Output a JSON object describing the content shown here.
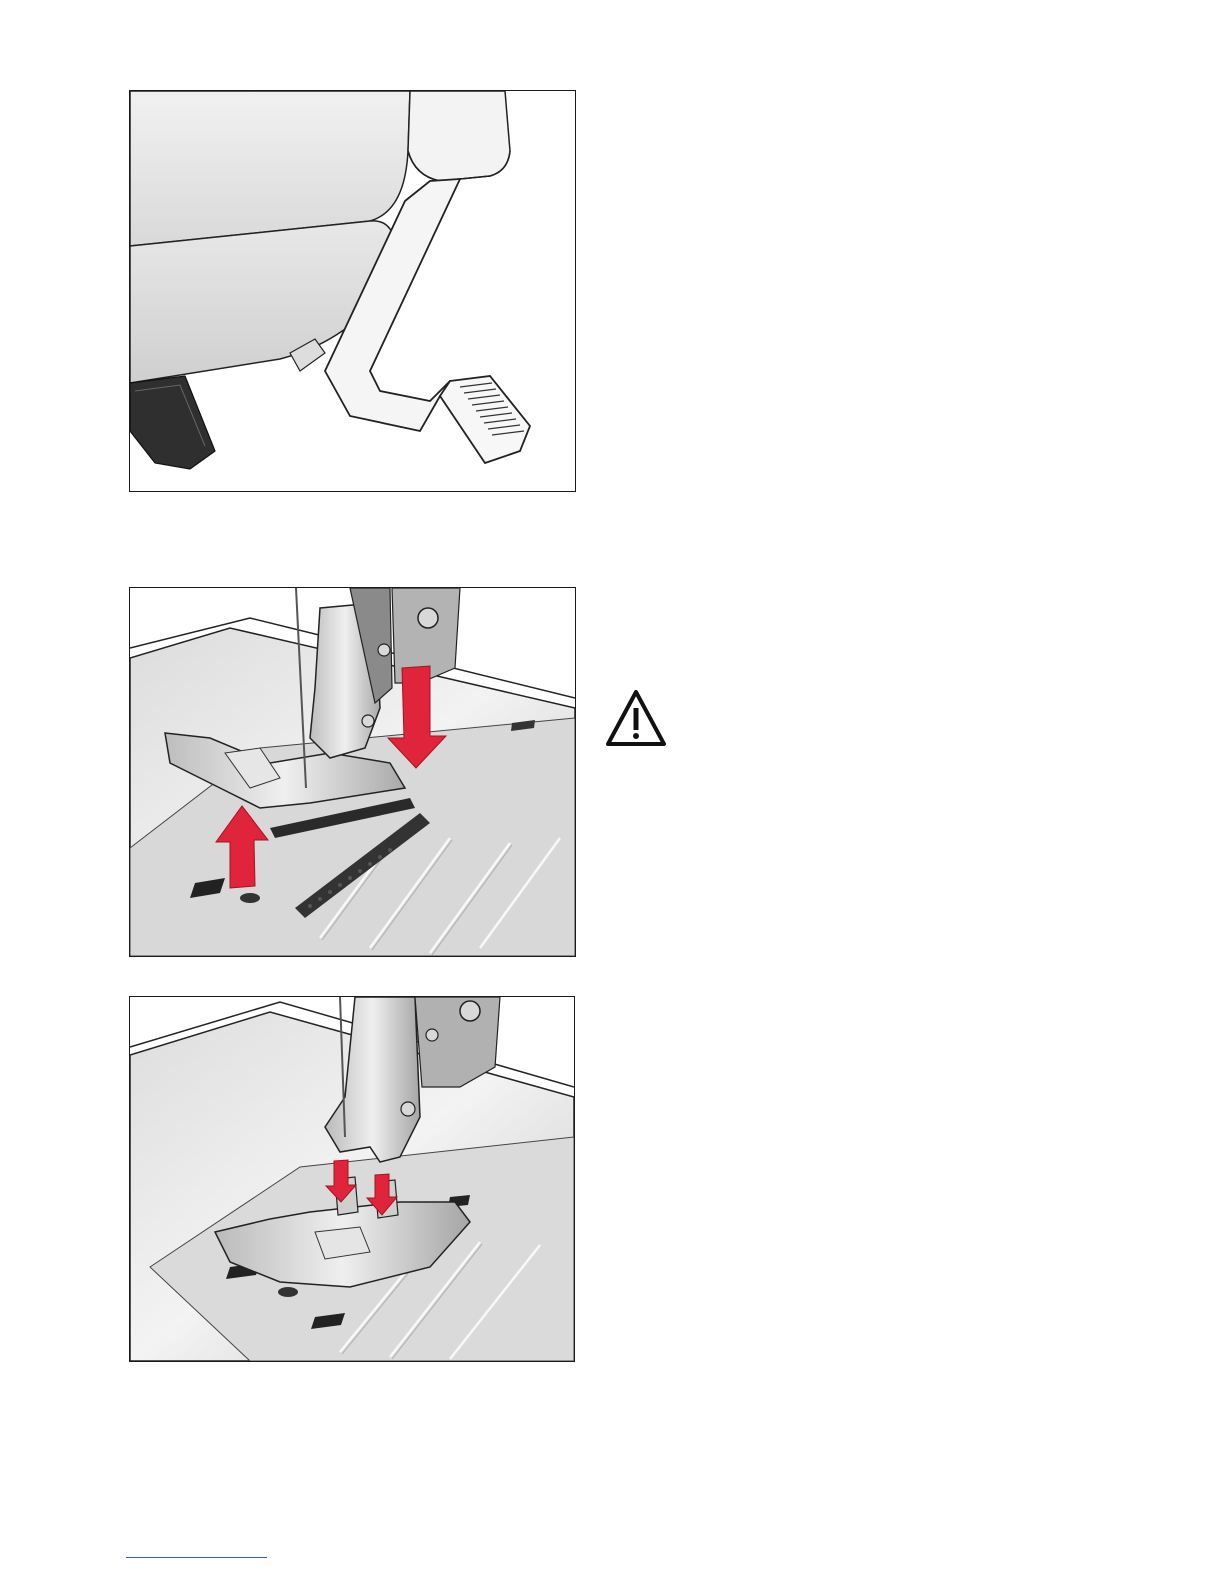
{
  "page": {
    "figures": [
      {
        "id": "knee-lift",
        "depicts": "presser-foot-knee-lift"
      },
      {
        "id": "foot-remove",
        "depicts": "presser-foot-snap-off"
      },
      {
        "id": "foot-attach",
        "depicts": "presser-foot-snap-on"
      }
    ],
    "warning_icon": "warning-triangle-icon",
    "colors": {
      "arrow": "#e0243b",
      "outline": "#1a1a1a",
      "machine_body": "#e9e9e9",
      "metal": "#c9c9c9",
      "footer_rule": "#3b5bb5"
    }
  }
}
